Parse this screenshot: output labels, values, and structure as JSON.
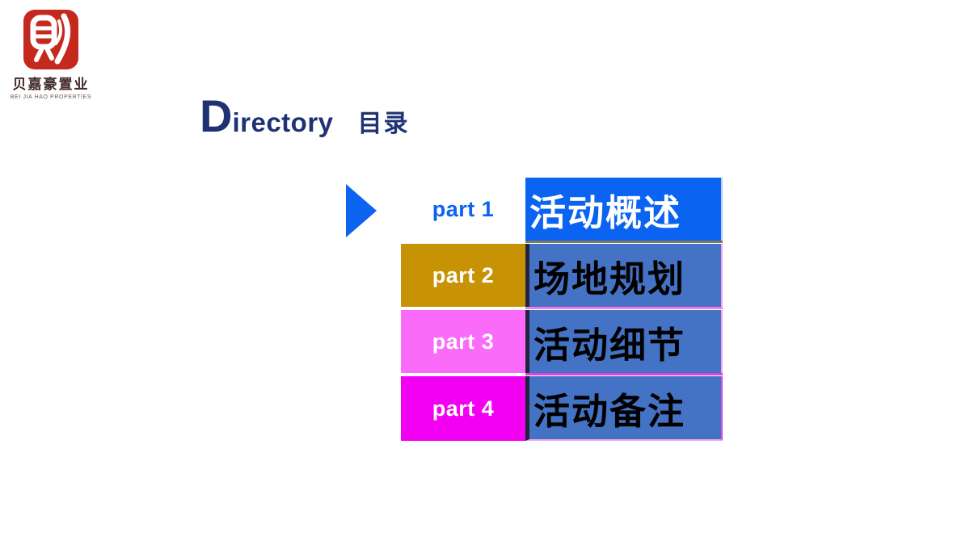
{
  "logo": {
    "company_cn": "贝嘉豪置业",
    "company_en": "BEI JIA HAO PROPERTIES",
    "seal_color": "#c5281d",
    "text_color": "#42292a"
  },
  "title": {
    "en_initial": "D",
    "en_rest": "irectory",
    "cn": "目录",
    "color": "#1f3272"
  },
  "toc": {
    "marker_color": "#0b63f0",
    "items": [
      {
        "part": "part 1",
        "label": "活动概述",
        "active": true,
        "part_bg": "#ffffff",
        "part_color": "#0b63f0",
        "label_bg": "#0a63f1",
        "label_color": "#ffffff"
      },
      {
        "part": "part 2",
        "label": "场地规划",
        "active": false,
        "part_bg": "#c79204",
        "part_color": "#ffffff",
        "label_bg": "#4472c4",
        "label_color": "#000000"
      },
      {
        "part": "part 3",
        "label": "活动细节",
        "active": false,
        "part_bg": "#fa6bfa",
        "part_color": "#ffffff",
        "label_bg": "#4472c4",
        "label_color": "#000000"
      },
      {
        "part": "part 4",
        "label": "活动备注",
        "active": false,
        "part_bg": "#f200f2",
        "part_color": "#ffffff",
        "label_bg": "#4472c4",
        "label_color": "#000000"
      }
    ]
  }
}
